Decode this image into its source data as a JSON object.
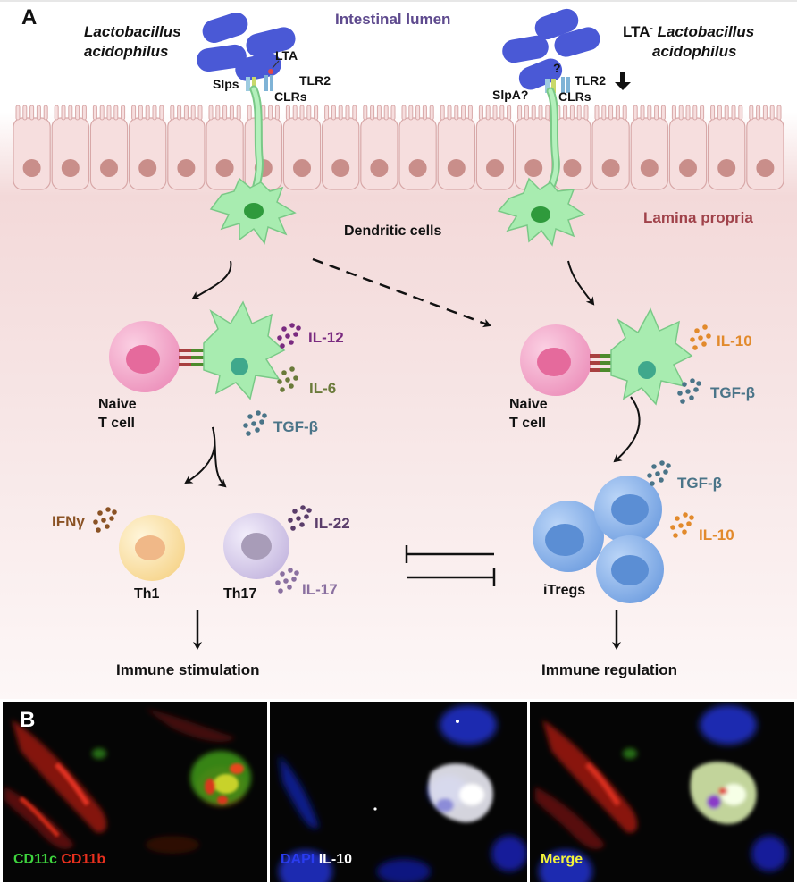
{
  "panel_a": {
    "letter": "A",
    "lumen": "Intestinal lumen",
    "lamina": "Lamina propria",
    "bacteria_left": [
      "Lactobacillus",
      "acidophilus"
    ],
    "lta": "LTA",
    "slps": "Slps",
    "tlr2": "TLR2",
    "clrs": "CLRs",
    "right_title_prefix": "LTA",
    "right_title_sup": "-",
    "right_title_rest": " Lactobacillus",
    "right_title_line2": "acidophilus",
    "question": "?",
    "slpa": "SlpA?",
    "dendritic": "Dendritic cells",
    "naive_left": [
      "Naive",
      "T cell"
    ],
    "naive_right": [
      "Naive",
      "T cell"
    ],
    "il12": "IL-12",
    "il6": "IL-6",
    "tgf_left": "TGF-β",
    "il10_right": "IL-10",
    "tgf_right": "TGF-β",
    "ifng": "IFNγ",
    "th1": "Th1",
    "th17": "Th17",
    "il22": "IL-22",
    "il17": "IL-17",
    "itregs": "iTregs",
    "tgf_itregs": "TGF-β",
    "il10_itregs": "IL-10",
    "stim": "Immune stimulation",
    "reg": "Immune regulation"
  },
  "panel_b": {
    "letter": "B",
    "img1_label_a": "CD11c",
    "img1_label_b": "CD11b",
    "img2_label_a": "DAPI",
    "img2_label_b": "IL-10",
    "img3_label": "Merge"
  },
  "colors": {
    "bacteria": "#4a59d6",
    "epithelium": "#f6dede",
    "nucleus": "#c98e8a",
    "dendritic": "#a8ecb0",
    "naive": "#f2a2c6",
    "th1": "#fbe2a8",
    "th17": "#d7cdea",
    "itreg": "#8fb6ea",
    "il12": "#7a2b80",
    "il6": "#6a7a3a",
    "tgf": "#4a7488",
    "il10": "#e28a2c",
    "ifng": "#8a5224",
    "il22": "#5a3d6a",
    "il17": "#8a70a0",
    "lumen_text": "#5e4a8e",
    "lamina_text": "#a0424a"
  }
}
